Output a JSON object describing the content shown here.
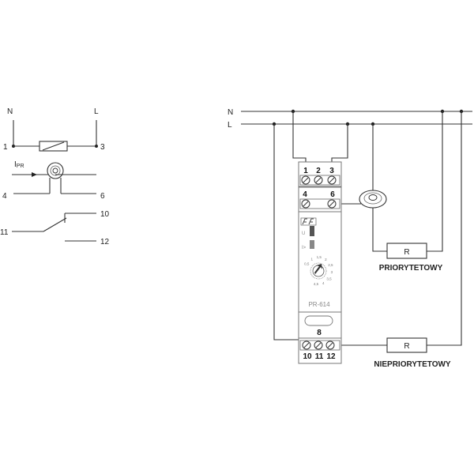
{
  "left_schematic": {
    "supply_labels": {
      "n": "N",
      "l": "L"
    },
    "terminals": {
      "t1": "1",
      "t3": "3",
      "t4": "4",
      "t6": "6",
      "t10": "10",
      "t11": "11",
      "t12": "12"
    },
    "current_label": {
      "main": "I",
      "sub": "PR"
    }
  },
  "right_diagram": {
    "supply_labels": {
      "n": "N",
      "l": "L"
    },
    "device": {
      "top_terminals": [
        "1",
        "2",
        "3"
      ],
      "ct_terminals": [
        "4",
        "6"
      ],
      "led_labels": [
        "U",
        "I>"
      ],
      "knob_scale": [
        "0,5",
        "1",
        "1,5",
        "2",
        "2,5",
        "3",
        "3,5",
        "4",
        "4,5"
      ],
      "model": "PR-614",
      "middle_terminal": "8",
      "bottom_terminals": [
        "10",
        "11",
        "12"
      ]
    },
    "loads": {
      "priority": {
        "symbol": "R",
        "label": "PRIORYTETOWY"
      },
      "non_priority": {
        "symbol": "R",
        "label": "NIEPRIORYTETOWY"
      }
    }
  }
}
